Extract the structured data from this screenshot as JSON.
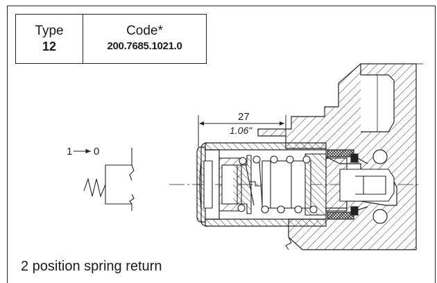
{
  "code_table": {
    "type_label": "Type",
    "type_value": "12",
    "code_label": "Code*",
    "code_value": "200.7685.1021.0"
  },
  "symbol": {
    "position_label": "1",
    "target_label": "0"
  },
  "dimension": {
    "metric": "27",
    "imperial": "1.06\""
  },
  "caption": "2 position spring return"
}
